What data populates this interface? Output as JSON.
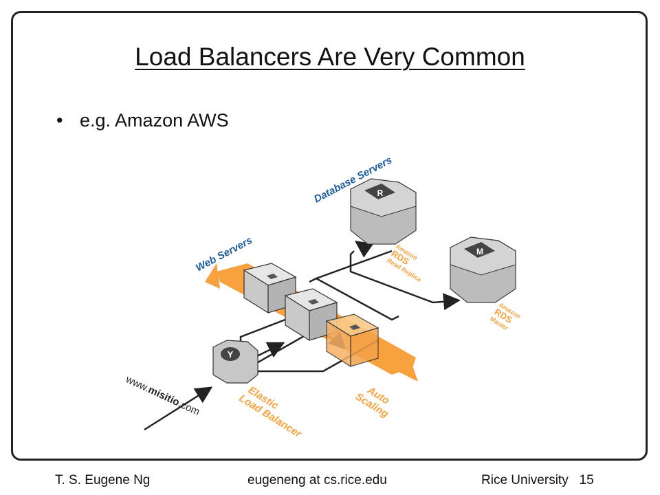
{
  "slide": {
    "title": "Load Balancers Are Very Common",
    "bullet": "e.g. Amazon AWS"
  },
  "diagram": {
    "url_prefix": "www.",
    "url_domain": "misitio",
    "url_suffix": ".com",
    "elb_label_1": "Elastic",
    "elb_label_2": "Load Balancer",
    "web_servers_label": "Web Servers",
    "auto_scaling_1": "Auto",
    "auto_scaling_2": "Scaling",
    "database_servers_label": "Database Servers",
    "rds_replica": {
      "vendor": "Amazon",
      "name": "RDS",
      "role": "Read Replica",
      "letter": "R"
    },
    "rds_master": {
      "vendor": "Amazon",
      "name": "RDS",
      "role": "Master",
      "letter": "M"
    },
    "colors": {
      "orange": "#f7a23e",
      "blue": "#1f5d9e",
      "server_gray": "#d4d4d4",
      "dark": "#222222"
    }
  },
  "footer": {
    "author": "T. S. Eugene Ng",
    "email": "eugeneng at cs.rice.edu",
    "institution": "Rice University",
    "page_number": "15"
  }
}
